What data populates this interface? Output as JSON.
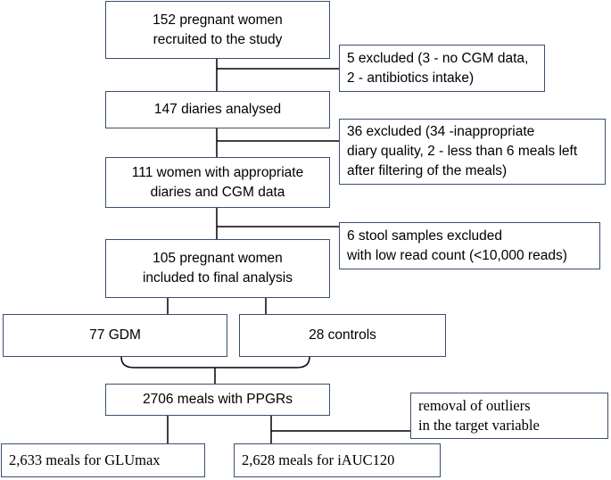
{
  "diagram": {
    "recruited": [
      "152 pregnant women",
      "recruited to the study"
    ],
    "excluded_cgm": [
      "5 excluded (3 - no CGM data,",
      "2 - antibiotics intake)"
    ],
    "diaries": [
      "147 diaries analysed"
    ],
    "excluded_diary": [
      "36 excluded (34 -inappropriate",
      "diary quality, 2 - less than 6 meals left",
      " after filtering of the meals)"
    ],
    "appropriate": [
      "111 women with appropriate",
      "diaries and CGM data"
    ],
    "excluded_stool": [
      "6 stool samples excluded",
      "with low read count (<10,000 reads)"
    ],
    "final": [
      "105 pregnant women",
      "included to final analysis"
    ],
    "gdm": [
      "77 GDM"
    ],
    "controls": [
      "28 controls"
    ],
    "meals": [
      "2706 meals with PPGRs"
    ],
    "outliers": [
      "removal of outliers",
      "in the target variable"
    ],
    "glumax": [
      "2,633 meals for GLUmax"
    ],
    "iauc": [
      "2,628 meals for iAUC120"
    ]
  }
}
